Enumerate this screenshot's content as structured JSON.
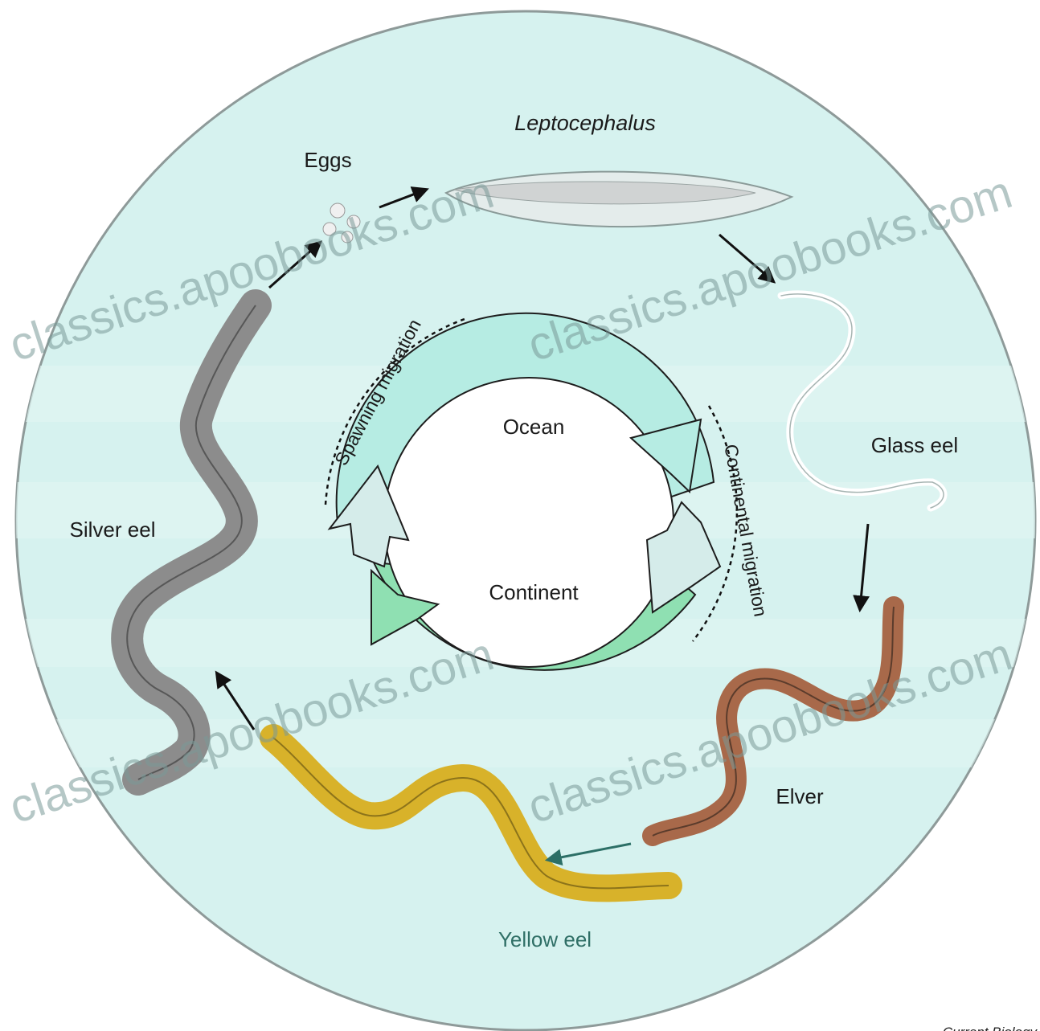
{
  "diagram": {
    "center": {
      "ocean": "Ocean",
      "continent": "Continent"
    },
    "migrations": {
      "spawning": "Spawning migration",
      "continental": "Continental migration"
    },
    "stages": {
      "eggs": "Eggs",
      "leptocephalus": "Leptocephalus",
      "glass_eel": "Glass eel",
      "elver": "Elver",
      "yellow_eel": "Yellow eel",
      "silver_eel": "Silver eel"
    },
    "watermark": "classics.apoobooks.com",
    "credit": "Current Biology"
  },
  "colors": {
    "background_disk": "#d6f2ef",
    "ring_ocean": "#b6ece3",
    "ring_continent": "#8fe0b2",
    "arrow_pale": "#d5ecea",
    "silver_eel": "#8c8c8c",
    "yellow_eel": "#d8b22a",
    "elver": "#a8694a"
  }
}
